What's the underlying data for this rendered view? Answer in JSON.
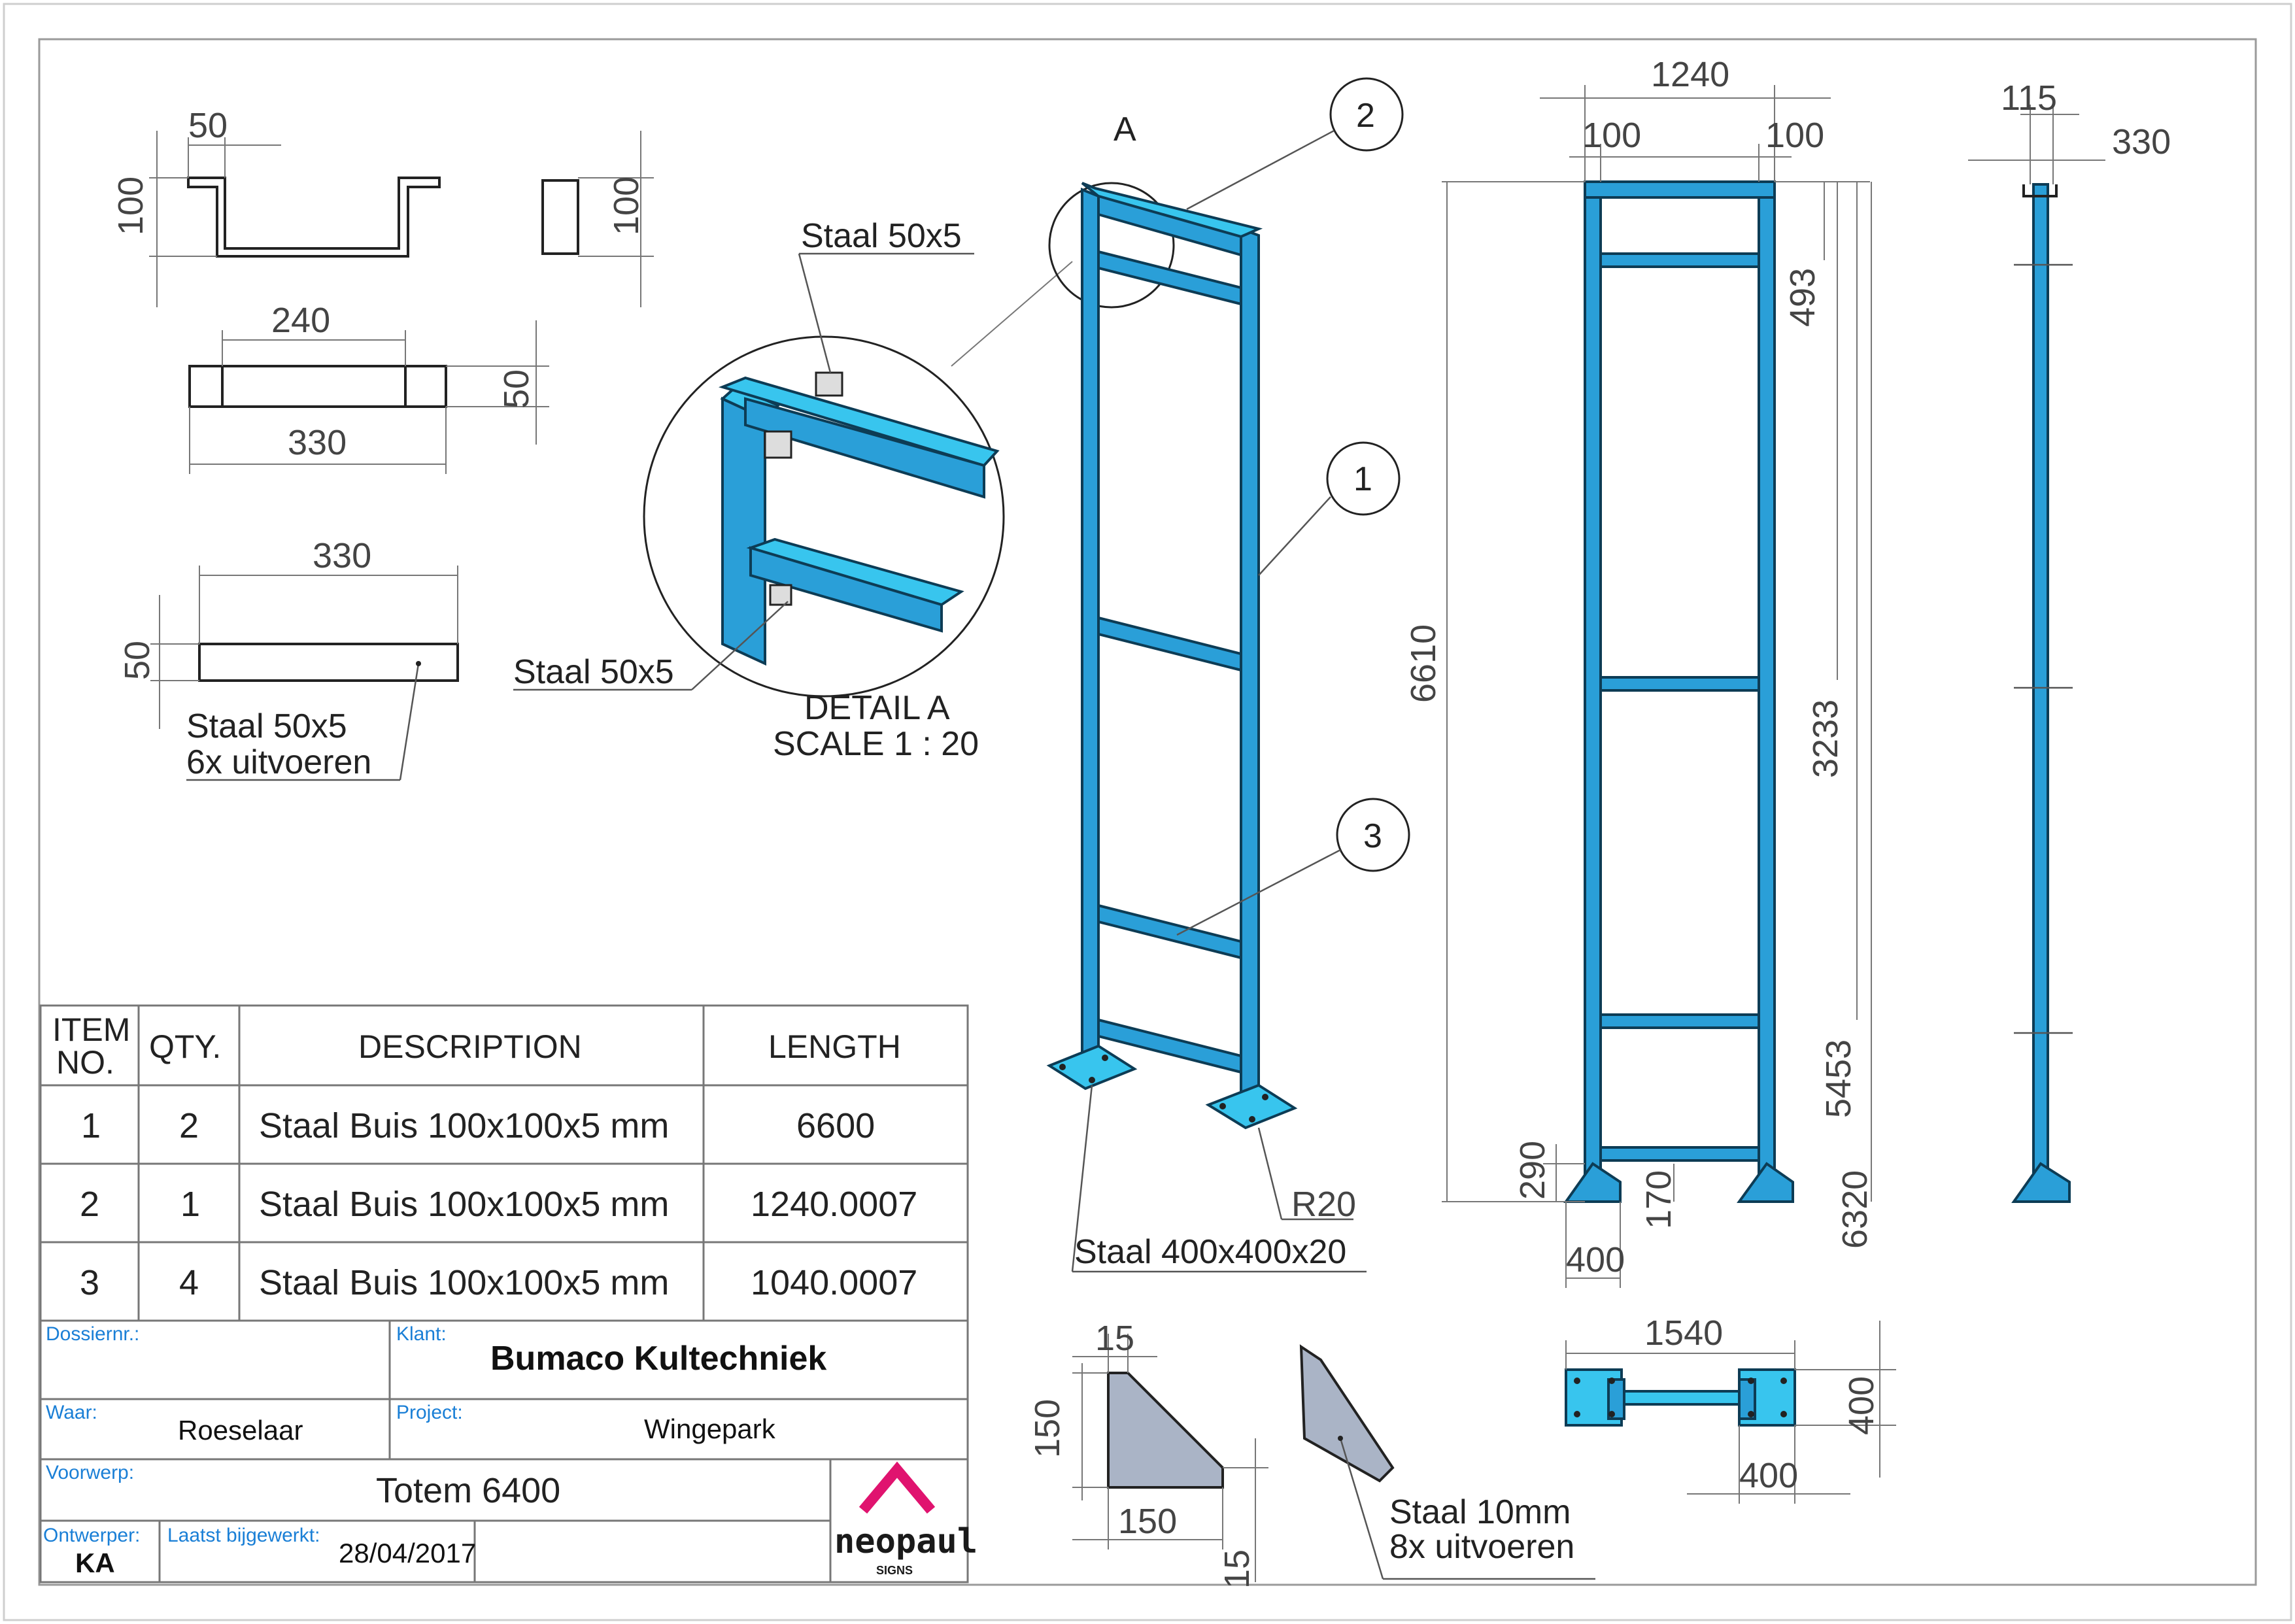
{
  "title_block": {
    "dossier_label": "Dossiernr.:",
    "dossier_value": "",
    "klant_label": "Klant:",
    "klant_value": "Bumaco Kultechniek",
    "waar_label": "Waar:",
    "waar_value": "Roeselaar",
    "project_label": "Project:",
    "project_value": "Wingepark",
    "voorwerp_label": "Voorwerp:",
    "voorwerp_value": "Totem 6400",
    "ontwerper_label": "Ontwerper:",
    "ontwerper_value": "KA",
    "laatst_label": "Laatst bijgewerkt:",
    "laatst_value": "28/04/2017",
    "logo_text": "neopaul",
    "logo_sub": "SIGNS",
    "logo_color": "#e0136f"
  },
  "bom": {
    "headers": [
      "ITEM NO.",
      "QTY.",
      "DESCRIPTION",
      "LENGTH"
    ],
    "header_item_1": "ITEM",
    "header_item_2": "NO.",
    "rows": [
      {
        "item": "1",
        "qty": "2",
        "description": "Staal Buis 100x100x5 mm",
        "length": "6600"
      },
      {
        "item": "2",
        "qty": "1",
        "description": "Staal Buis 100x100x5 mm",
        "length": "1240.0007"
      },
      {
        "item": "3",
        "qty": "4",
        "description": "Staal Buis 100x100x5 mm",
        "length": "1040.0007"
      }
    ]
  },
  "bracket_views": {
    "top_width": "50",
    "top_height_left": "100",
    "top_height_right": "100",
    "mid_inner": "240",
    "mid_outer": "330",
    "mid_height": "50",
    "strip_length": "330",
    "strip_height": "50",
    "strip_note_1": "Staal 50x5",
    "strip_note_2": "6x uitvoeren"
  },
  "detail": {
    "callout_top": "Staal 50x5",
    "callout_bottom": "Staal 50x5",
    "title": "DETAIL A",
    "scale": "SCALE 1 : 20",
    "marker": "A"
  },
  "iso_view": {
    "balloons": [
      "2",
      "1",
      "3"
    ],
    "radius_note": "R20",
    "plate_note": "Staal 400x400x20"
  },
  "front_view": {
    "width": "1240",
    "left_offset": "100",
    "right_offset": "100",
    "total_height": "6610",
    "d493": "493",
    "d3233": "3233",
    "d5453": "5453",
    "d6320": "6320",
    "d290": "290",
    "d170": "170",
    "d400": "400"
  },
  "side_view": {
    "d115": "115",
    "d330": "330"
  },
  "gusset": {
    "d15_top": "15",
    "d150_h": "150",
    "d150_w": "150",
    "d15_bot": "15",
    "note_1": "Staal 10mm",
    "note_2": "8x uitvoeren"
  },
  "plan_view": {
    "d1540": "1540",
    "d400_h": "400",
    "d400_w": "400"
  },
  "colors": {
    "steel": "#2a9fd8",
    "steel_light": "#38c5ee",
    "plate": "#aab4c6"
  }
}
